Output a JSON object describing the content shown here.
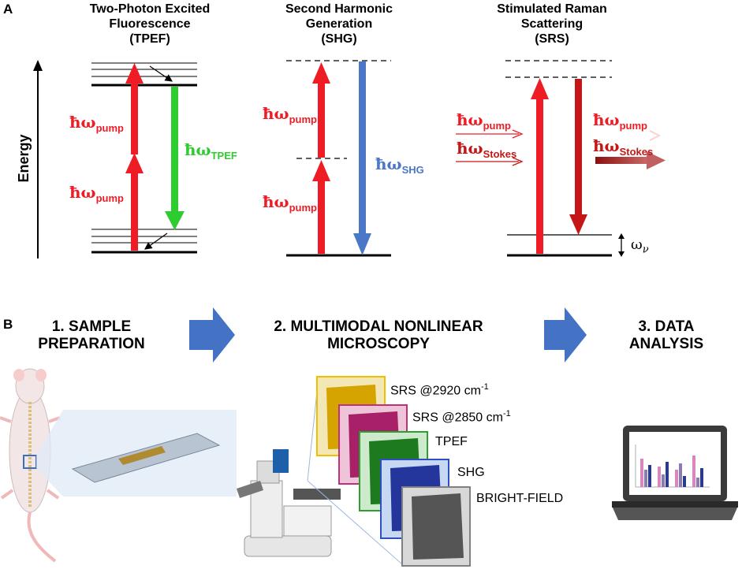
{
  "panel_a": {
    "letter": "A",
    "energy_label": "Energy",
    "tpef": {
      "title_line1": "Two-Photon Excited",
      "title_line2": "Fluorescence",
      "title_line3": "(TPEF)",
      "pump_label_1": "ħω",
      "pump_sub_1": "pump",
      "pump_label_2": "ħω",
      "pump_sub_2": "pump",
      "emission_label": "ħω",
      "emission_sub": "TPEF"
    },
    "shg": {
      "title_line1": "Second Harmonic",
      "title_line2": "Generation",
      "title_line3": "(SHG)",
      "pump_label_1": "ħω",
      "pump_sub_1": "pump",
      "pump_label_2": "ħω",
      "pump_sub_2": "pump",
      "emission_label": "ħω",
      "emission_sub": "SHG"
    },
    "srs": {
      "title_line1": "Stimulated Raman",
      "title_line2": "Scattering",
      "title_line3": "(SRS)",
      "in_pump": "ħω",
      "in_pump_sub": "pump",
      "in_stokes": "ħω",
      "in_stokes_sub": "Stokes",
      "out_pump": "ħω",
      "out_pump_sub": "pump",
      "out_stokes": "ħω",
      "out_stokes_sub": "Stokes",
      "vib_label": "ω",
      "vib_sub": "ν"
    },
    "colors": {
      "pump_red": "#ee1c24",
      "tpef_green": "#2ecc2e",
      "shg_blue": "#4a78c7",
      "stokes_darkred": "#c41616"
    }
  },
  "panel_b": {
    "letter": "B",
    "step1_line1": "1. SAMPLE",
    "step1_line2": "PREPARATION",
    "step2_line1": "2. MULTIMODAL NONLINEAR",
    "step2_line2": "MICROSCOPY",
    "step3_line1": "3. DATA",
    "step3_line2": "ANALYSIS",
    "arrow_color": "#4472c4",
    "image_stack": [
      {
        "label": "SRS  @2920 cm",
        "sup": "-1",
        "color": "#f0c000"
      },
      {
        "label": "SRS  @2850 cm",
        "sup": "-1",
        "color": "#c0307a"
      },
      {
        "label": "TPEF",
        "sup": "",
        "color": "#2e9e2e"
      },
      {
        "label": "SHG",
        "sup": "",
        "color": "#2f4fc0"
      },
      {
        "label": "BRIGHT-FIELD",
        "sup": "",
        "color": "#808080"
      }
    ]
  }
}
